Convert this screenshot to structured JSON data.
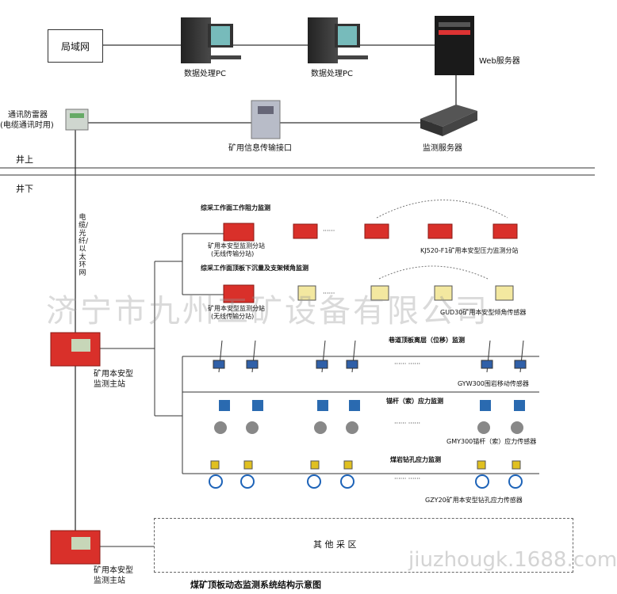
{
  "title": "煤矿顶板动态监测系统结构示意图",
  "top": {
    "lan": "局域网",
    "pc1": "数据处理PC",
    "pc2": "数据处理PC",
    "web_server": "Web服务器",
    "lightning_protector": [
      "通讯防雷器",
      "(电缆通讯时用)"
    ],
    "interface": "矿用信息传输接口",
    "monitor_server": "监测服务器"
  },
  "zones": {
    "above": "井上",
    "below": "井下"
  },
  "trunk_label": "电缆/光纤/以太环网",
  "main_station": [
    "矿用本安型",
    "监测主站"
  ],
  "main_station_2": [
    "矿用本安型",
    "监测主站"
  ],
  "group1": {
    "heading": "综采工作面工作阻力监测",
    "substation": [
      "矿用本安型监测分站",
      "(无线传输分站)"
    ],
    "sensor": "KJ520-F1矿用本安型压力监测分站",
    "dots": "······"
  },
  "group2": {
    "heading": "综采工作面顶板下沉量及支架倾角监测",
    "substation": [
      "矿用本安型监测分站",
      "(无线传输分站)"
    ],
    "sensor": "GUD30矿用本安型倾角传感器",
    "dots": "······"
  },
  "group3": {
    "heading": "巷道顶板离层（位移）监测",
    "sensor": "GYW300围岩移动传感器",
    "dots": "······  ······"
  },
  "group4": {
    "heading": "锚杆（索）应力监测",
    "sensor": "GMY300锚杆（索）应力传感器",
    "dots": "······  ······"
  },
  "group5": {
    "heading": "煤岩钻孔应力监测",
    "sensor": "GZY20矿用本安型钻孔应力传感器",
    "dots": "······  ······"
  },
  "other_area": "其 他 采 区",
  "watermark": "济宁市九州工矿设备有限公司",
  "watermark2": "jiuzhougk.1688.com",
  "colors": {
    "red_device": "#d9302a",
    "line": "#333333",
    "dashed": "#666666"
  }
}
